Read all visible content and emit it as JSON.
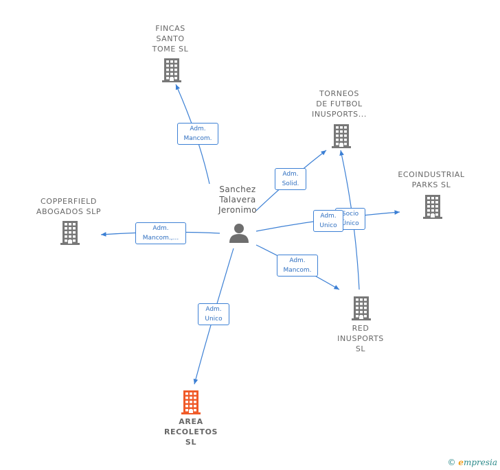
{
  "colors": {
    "edge": "#3b7fd4",
    "company_icon": "#777777",
    "company_icon_highlight": "#f05a28",
    "person_icon": "#6e6e6e",
    "text": "#666666"
  },
  "person": {
    "name_lines": [
      "Sanchez",
      "Talavera",
      "Jeronimo"
    ],
    "icon": "person-icon"
  },
  "companies": [
    {
      "id": "fincas",
      "name_lines": [
        "FINCAS",
        "SANTO",
        "TOME SL"
      ],
      "icon": "building-icon",
      "highlight": false
    },
    {
      "id": "torneos",
      "name_lines": [
        "TORNEOS",
        "DE FUTBOL",
        "INUSPORTS..."
      ],
      "icon": "building-icon",
      "highlight": false
    },
    {
      "id": "ecoindustrial",
      "name_lines": [
        "ECOINDUSTRIAL",
        "PARKS  SL"
      ],
      "icon": "building-icon",
      "highlight": false
    },
    {
      "id": "copperfield",
      "name_lines": [
        "COPPERFIELD",
        "ABOGADOS  SLP"
      ],
      "icon": "building-icon",
      "highlight": false
    },
    {
      "id": "red",
      "name_lines": [
        "RED",
        "INUSPORTS",
        "SL"
      ],
      "icon": "building-icon",
      "highlight": false
    },
    {
      "id": "area",
      "name_lines": [
        "AREA",
        "RECOLETOS",
        "SL"
      ],
      "icon": "building-icon",
      "highlight": true
    }
  ],
  "edges": [
    {
      "from": "person",
      "to": "fincas",
      "label_lines": [
        "Adm.",
        "Mancom."
      ]
    },
    {
      "from": "person",
      "to": "torneos",
      "label_lines": [
        "Adm.",
        "Solid."
      ]
    },
    {
      "from": "person",
      "to": "ecoindustrial",
      "label_lines": [
        "Adm.",
        "Unico"
      ]
    },
    {
      "from": "person",
      "to": "copperfield",
      "label_lines": [
        "Adm.",
        "Mancom.,..."
      ]
    },
    {
      "from": "person",
      "to": "red",
      "label_lines": [
        "Adm.",
        "Mancom."
      ]
    },
    {
      "from": "person",
      "to": "area",
      "label_lines": [
        "Adm.",
        "Unico"
      ]
    },
    {
      "from": "red",
      "to": "torneos",
      "label_lines": [
        "Socio",
        "Único"
      ]
    }
  ],
  "footer": {
    "copyright_symbol": "©",
    "brand_initial": "e",
    "brand_rest": "mpresia"
  }
}
